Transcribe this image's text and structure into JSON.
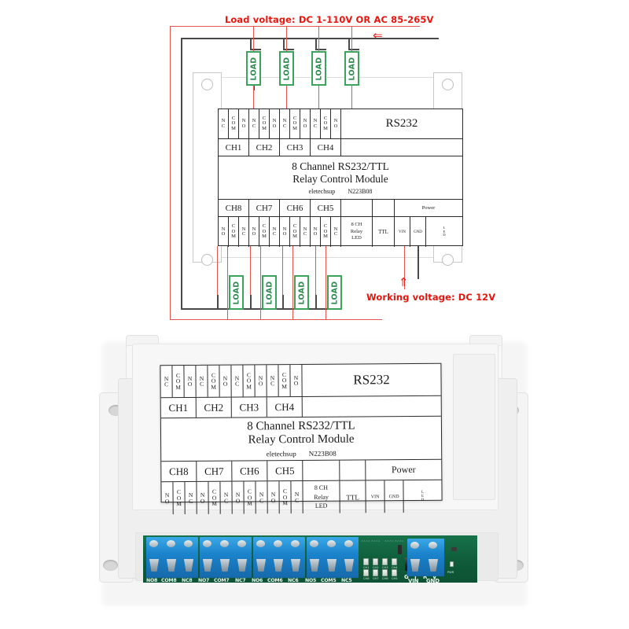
{
  "diagram": {
    "load_voltage_label": "Load voltage: DC 1-110V OR AC 85-265V",
    "working_voltage_label": "Working voltage: DC 12V",
    "load_box_label": "LOAD",
    "load_count_top": 4,
    "load_count_bottom": 4,
    "arrow_left": "⇐",
    "arrow_up": "⇑",
    "colors": {
      "load_wire": "#e4564f",
      "neutral_wire": "#4a4a4a",
      "annotation_text": "#e8150f",
      "load_box_border": "#3aa35c",
      "load_box_text": "#2e8b4f"
    }
  },
  "plate": {
    "rs232_label": "RS232",
    "title_line1": "8 Channel RS232/TTL",
    "title_line2": "Relay Control Module",
    "brand": "eletechsup",
    "model": "N223B08",
    "top_terminals": [
      "NC",
      "COM",
      "NO",
      "NC",
      "COM",
      "NO",
      "NC",
      "COM",
      "NO",
      "NC",
      "COM",
      "NO"
    ],
    "top_channels": [
      "CH1",
      "CH2",
      "CH3",
      "CH4"
    ],
    "bottom_channels": [
      "CH8",
      "CH7",
      "CH6",
      "CH5"
    ],
    "bottom_terminals": [
      "NO",
      "COM",
      "NC",
      "NO",
      "COM",
      "NC",
      "NO",
      "COM",
      "NC",
      "NO",
      "COM",
      "NC"
    ],
    "relay_led_lines": [
      "8 CH",
      "Relay",
      "LED"
    ],
    "ttl_label": "TTL",
    "power_label": "Power",
    "vin_label": "VIN",
    "gnd_label": "GND",
    "led_label": "LED"
  },
  "photo": {
    "terminal_labels": [
      "NO8",
      "COM8",
      "NC8",
      "NO7",
      "COM7",
      "NC7",
      "NO6",
      "COM6",
      "NC6",
      "NO5",
      "COM5",
      "NC5"
    ],
    "header_pins": [
      "G",
      "T",
      "R",
      "V"
    ],
    "power_terminals": [
      "VIN",
      "GND"
    ],
    "power_led_label": "PWR",
    "relay_led_labels_top": [
      "CH1",
      "CH2",
      "CH3",
      "CH4"
    ],
    "relay_led_labels_bottom": [
      "CH8",
      "CH7",
      "CH6",
      "CH5"
    ],
    "colors": {
      "case": "#f7f7f7",
      "pcb": "#11633f",
      "terminal_block": "#1f8fd6"
    }
  }
}
